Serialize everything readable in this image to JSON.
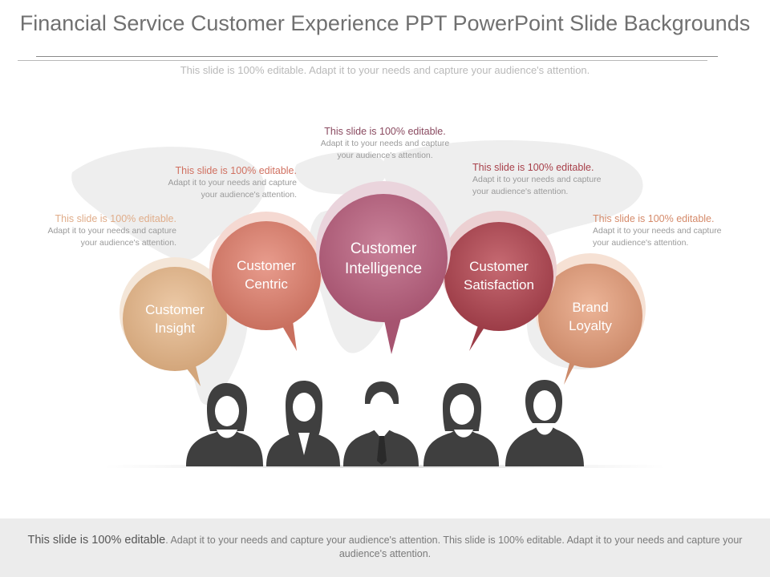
{
  "title": "Financial Service Customer Experience PPT PowerPoint Slide Backgrounds",
  "subtitle": "This slide is 100% editable. Adapt it to your needs and capture your audience's attention.",
  "bubbles": [
    {
      "label_line1": "Customer",
      "label_line2": "Insight",
      "color": "#e0b993"
    },
    {
      "label_line1": "Customer",
      "label_line2": "Centric",
      "color": "#d98577"
    },
    {
      "label_line1": "Customer",
      "label_line2": "Intelligence",
      "color": "#b96b84"
    },
    {
      "label_line1": "Customer",
      "label_line2": "Satisfaction",
      "color": "#b4525b"
    },
    {
      "label_line1": "Brand",
      "label_line2": "Loyalty",
      "color": "#de9f82"
    }
  ],
  "callouts": [
    {
      "head": "This slide is 100% editable.",
      "line1": "Adapt it to your needs and capture",
      "line2": "your audience's attention.",
      "head_color": "#e0ad8a"
    },
    {
      "head": "This slide is 100% editable.",
      "line1": "Adapt it to your needs and capture",
      "line2": "your audience's attention.",
      "head_color": "#d07060"
    },
    {
      "head": "This slide is 100% editable.",
      "line1": "Adapt it to your needs and capture",
      "line2": "your audience's attention.",
      "head_color": "#8a4a60"
    },
    {
      "head": "This slide is 100% editable.",
      "line1": "Adapt it to your needs and capture",
      "line2": "your audience's attention.",
      "head_color": "#a8404a"
    },
    {
      "head": "This slide is 100% editable.",
      "line1": "Adapt it to your needs and capture",
      "line2": "your audience's attention.",
      "head_color": "#d58a6a"
    }
  ],
  "footer": {
    "lead": "This slide is 100% editable",
    "rest": ". Adapt it to your needs and capture your audience's attention. This slide is 100% editable. Adapt it to your needs and capture your audience's attention."
  },
  "colors": {
    "people": "#3f3f3f",
    "footer_bg": "#ececec"
  }
}
